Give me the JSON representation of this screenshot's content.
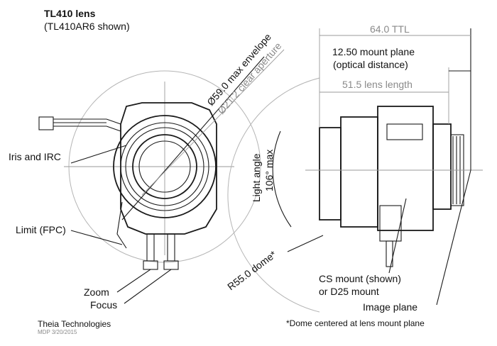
{
  "header": {
    "title": "TL410 lens",
    "subtitle": "(TL410AR6 shown)"
  },
  "front_view": {
    "envelope_label": "Ø59.0 max envelope",
    "aperture_label": "Ø21.2 clear aperture",
    "callouts": {
      "iris": "Iris and IRC",
      "limit": "Limit (FPC)",
      "zoom": "Zoom",
      "focus": "Focus"
    }
  },
  "side_view": {
    "ttl_label": "64.0 TTL",
    "mount_plane_line1": "12.50 mount plane",
    "mount_plane_line2": "(optical distance)",
    "lens_length_label": "51.5 lens length",
    "light_angle_line1": "Light angle",
    "light_angle_line2": "106° max",
    "dome_label": "R55.0 dome*",
    "mount_line1": "CS mount (shown)",
    "mount_line2": "or D25 mount",
    "image_plane": "Image plane"
  },
  "footer": {
    "company": "Theia Technologies",
    "drawing_ref": "MDP 3/20/2015",
    "note": "*Dome centered at lens mount plane"
  }
}
